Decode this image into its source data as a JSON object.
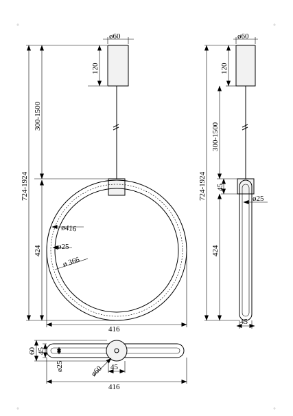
{
  "front_view": {
    "canopy_diameter": "ø60",
    "canopy_height": "120",
    "cable_length": "300-1500",
    "total_height": "724-1924",
    "ring_height": "424",
    "outer_diameter": "ø416",
    "tube_diameter": "ø25",
    "inner_diameter": "ø 366",
    "width": "416"
  },
  "side_view": {
    "canopy_diameter": "ø60",
    "canopy_height": "120",
    "cable_length": "300-1500",
    "total_height": "724-1924",
    "block_height": "45",
    "tube_diameter": "ø25",
    "ring_height": "424",
    "depth": "45"
  },
  "top_view": {
    "height": "60",
    "depth": "45",
    "tube_diameter": "ø25",
    "canopy_diameter": "ø60",
    "block_depth": "45",
    "width": "416"
  }
}
